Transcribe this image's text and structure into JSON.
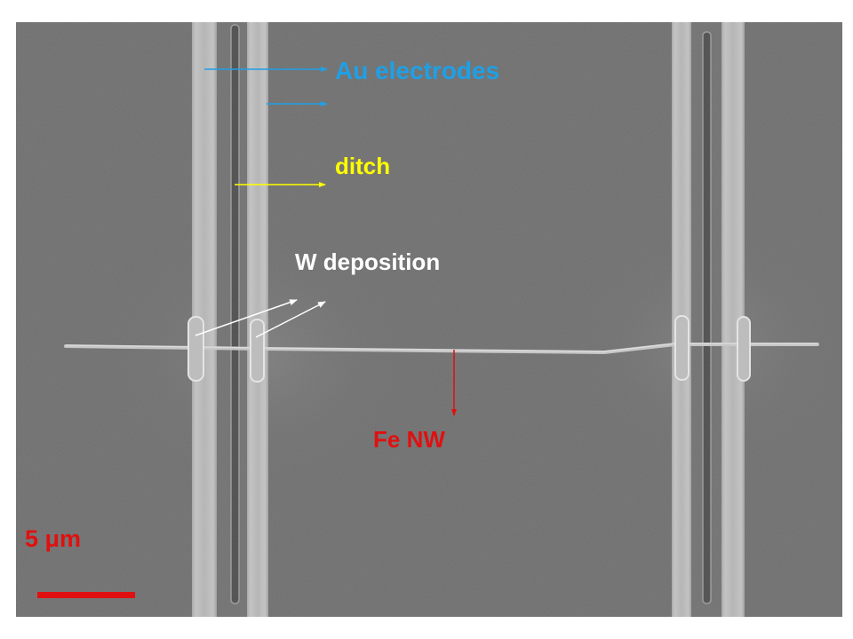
{
  "labels": {
    "au_electrodes": "Au electrodes",
    "ditch": "ditch",
    "w_deposition": "W deposition",
    "fe_nw": "Fe NW",
    "scale_bar": "5 μm"
  },
  "colors": {
    "au_electrodes": "#1ea0e6",
    "ditch": "#ffff00",
    "w_deposition": "#ffffff",
    "fe_nw": "#e01010",
    "scale_bar": "#e01010",
    "background": "#6e6e6e",
    "electrode": "#b8b8b8"
  }
}
